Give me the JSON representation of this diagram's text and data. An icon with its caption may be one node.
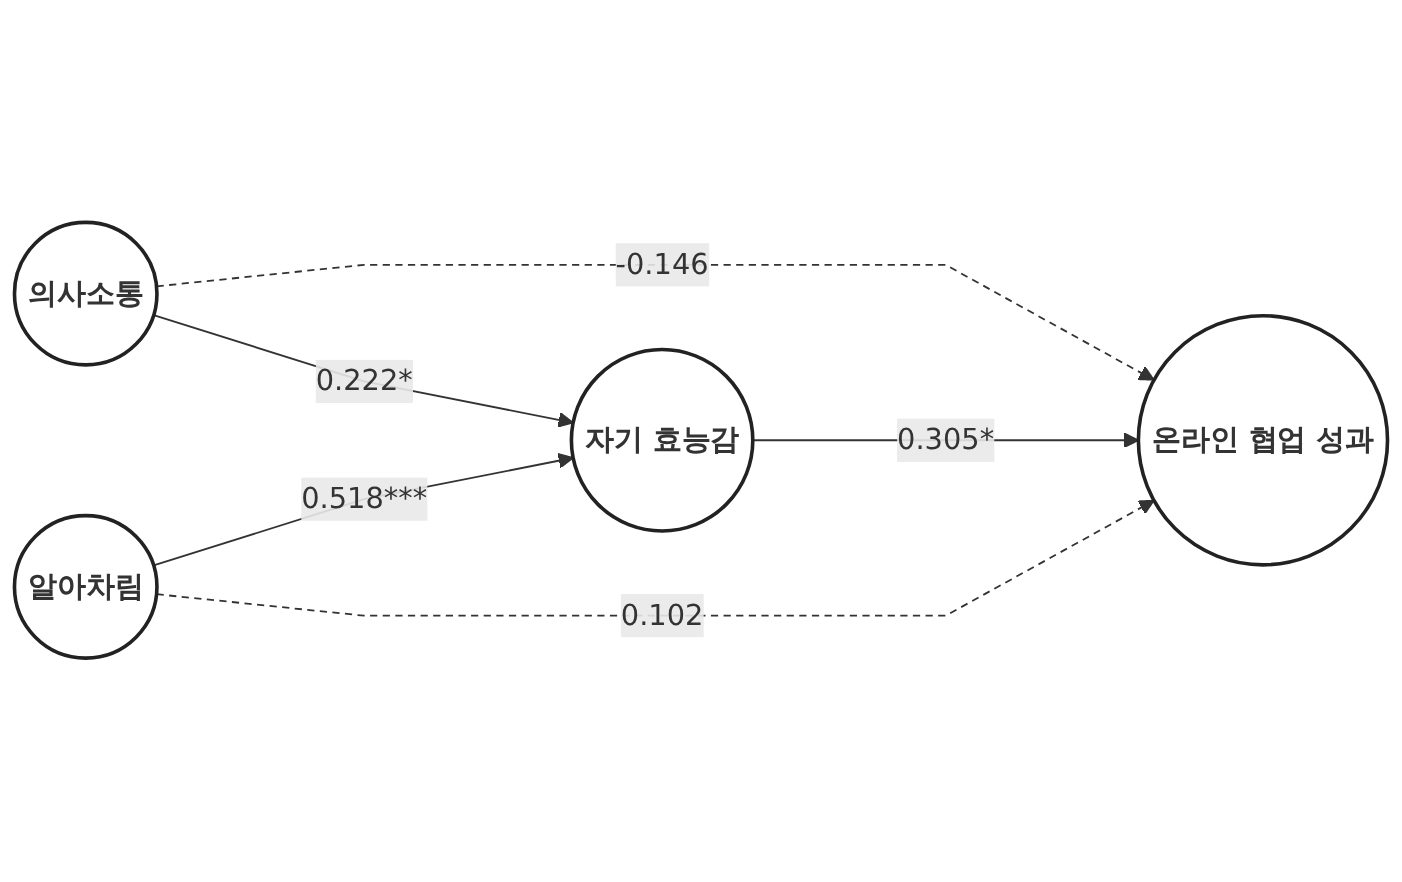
{
  "diagram": {
    "nodes": [
      {
        "text": [
          "의사소통"
        ]
      },
      {
        "text": [
          "알아차림"
        ]
      },
      {
        "text": [
          "자기 효능감"
        ]
      },
      {
        "text": [
          "온라인 협업 성과"
        ]
      }
    ],
    "edges": [
      {
        "from": 0,
        "to": 3,
        "arrow": "to",
        "label": "-0.146",
        "style": "dashed"
      },
      {
        "from": 0,
        "to": 2,
        "arrow": "to",
        "label": "0.222*"
      },
      {
        "from": 1,
        "to": 2,
        "arrow": "to",
        "label": "0.518***"
      },
      {
        "from": 1,
        "to": 3,
        "arrow": "to",
        "label": "0.102",
        "style": "dashed"
      },
      {
        "from": 2,
        "to": 3,
        "arrow": "to",
        "label": "0.305*"
      }
    ]
  }
}
